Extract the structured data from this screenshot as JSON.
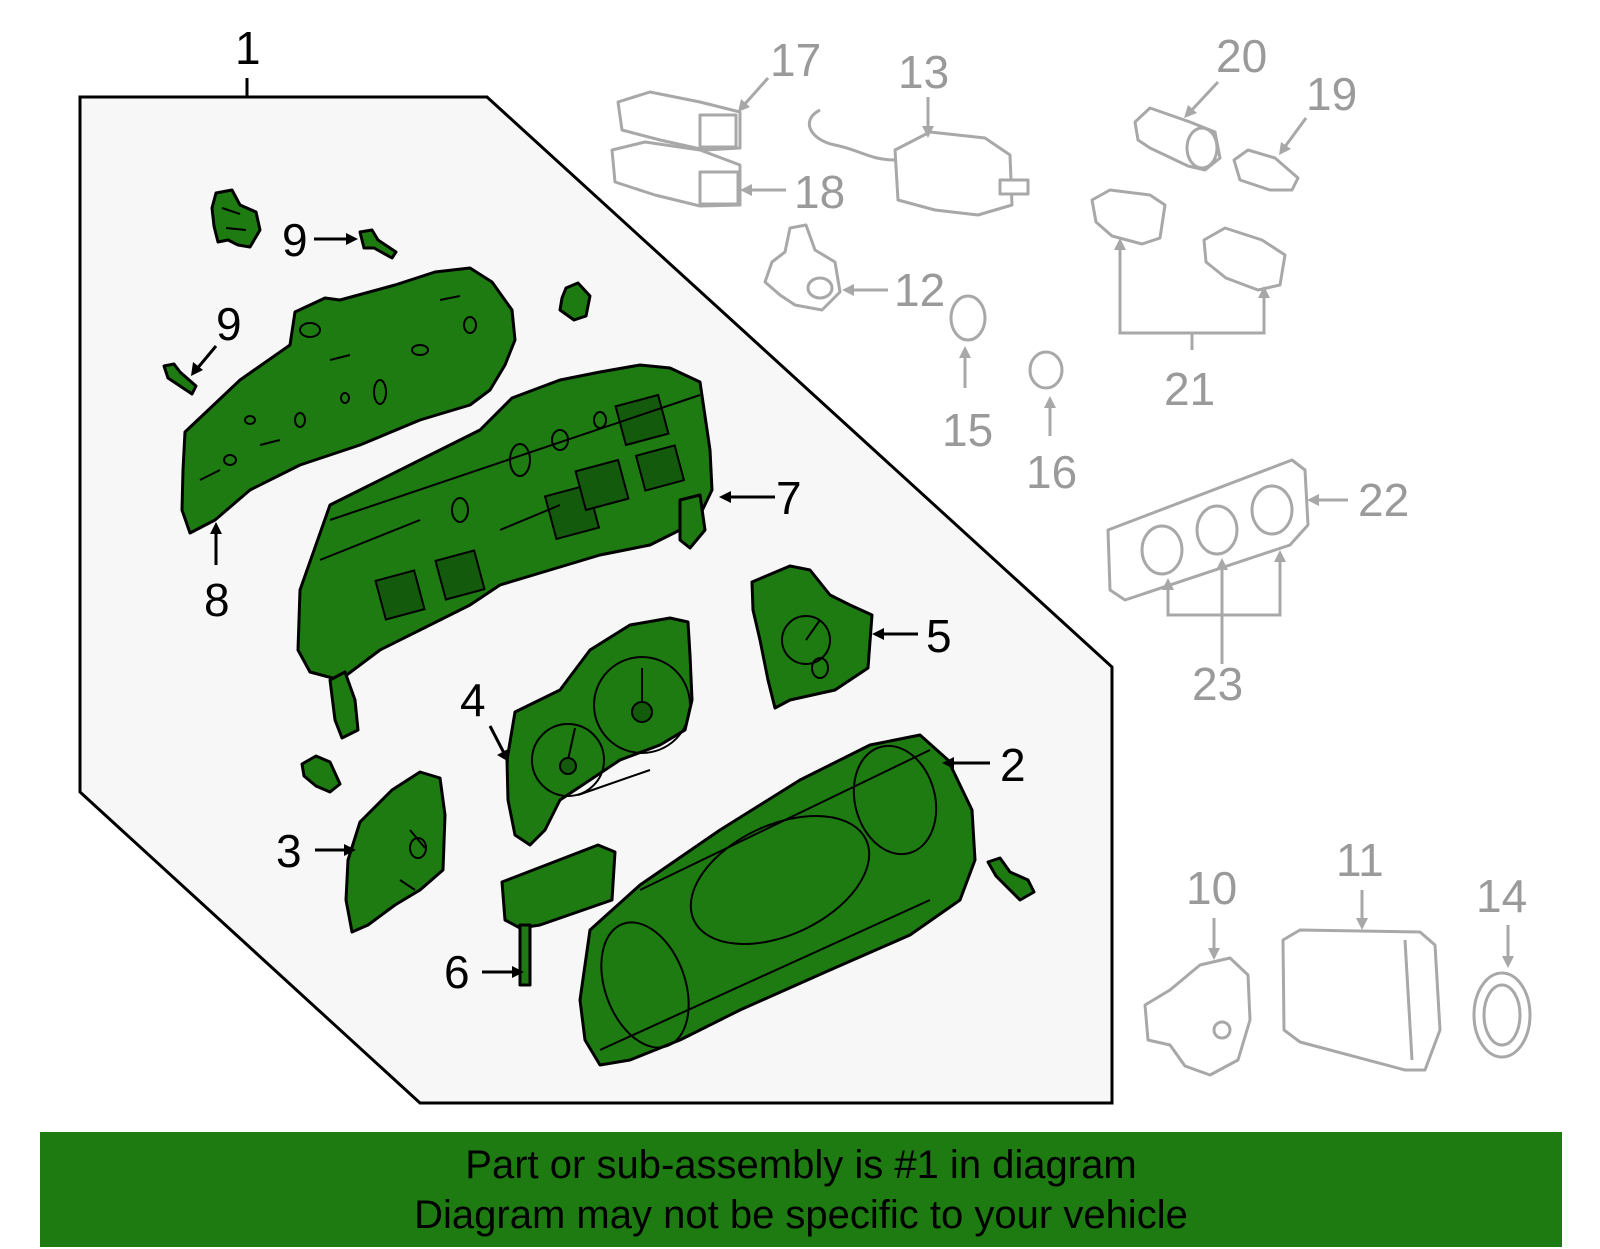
{
  "callouts": {
    "c1": "1",
    "c2": "2",
    "c3": "3",
    "c4": "4",
    "c5": "5",
    "c6": "6",
    "c7": "7",
    "c8": "8",
    "c9a": "9",
    "c9b": "9",
    "c10": "10",
    "c11": "11",
    "c12": "12",
    "c13": "13",
    "c14": "14",
    "c15": "15",
    "c16": "16",
    "c17": "17",
    "c18": "18",
    "c19": "19",
    "c20": "20",
    "c21": "21",
    "c22": "22",
    "c23": "23"
  },
  "banner": {
    "line1": "Part or sub-assembly is #1 in diagram",
    "line2": "Diagram may not be specific to your vehicle"
  },
  "colors": {
    "highlight_green": "#1e7b12",
    "assembly_background": "#f7f7f7",
    "non_assembly_gray": "#9a9a9a"
  }
}
